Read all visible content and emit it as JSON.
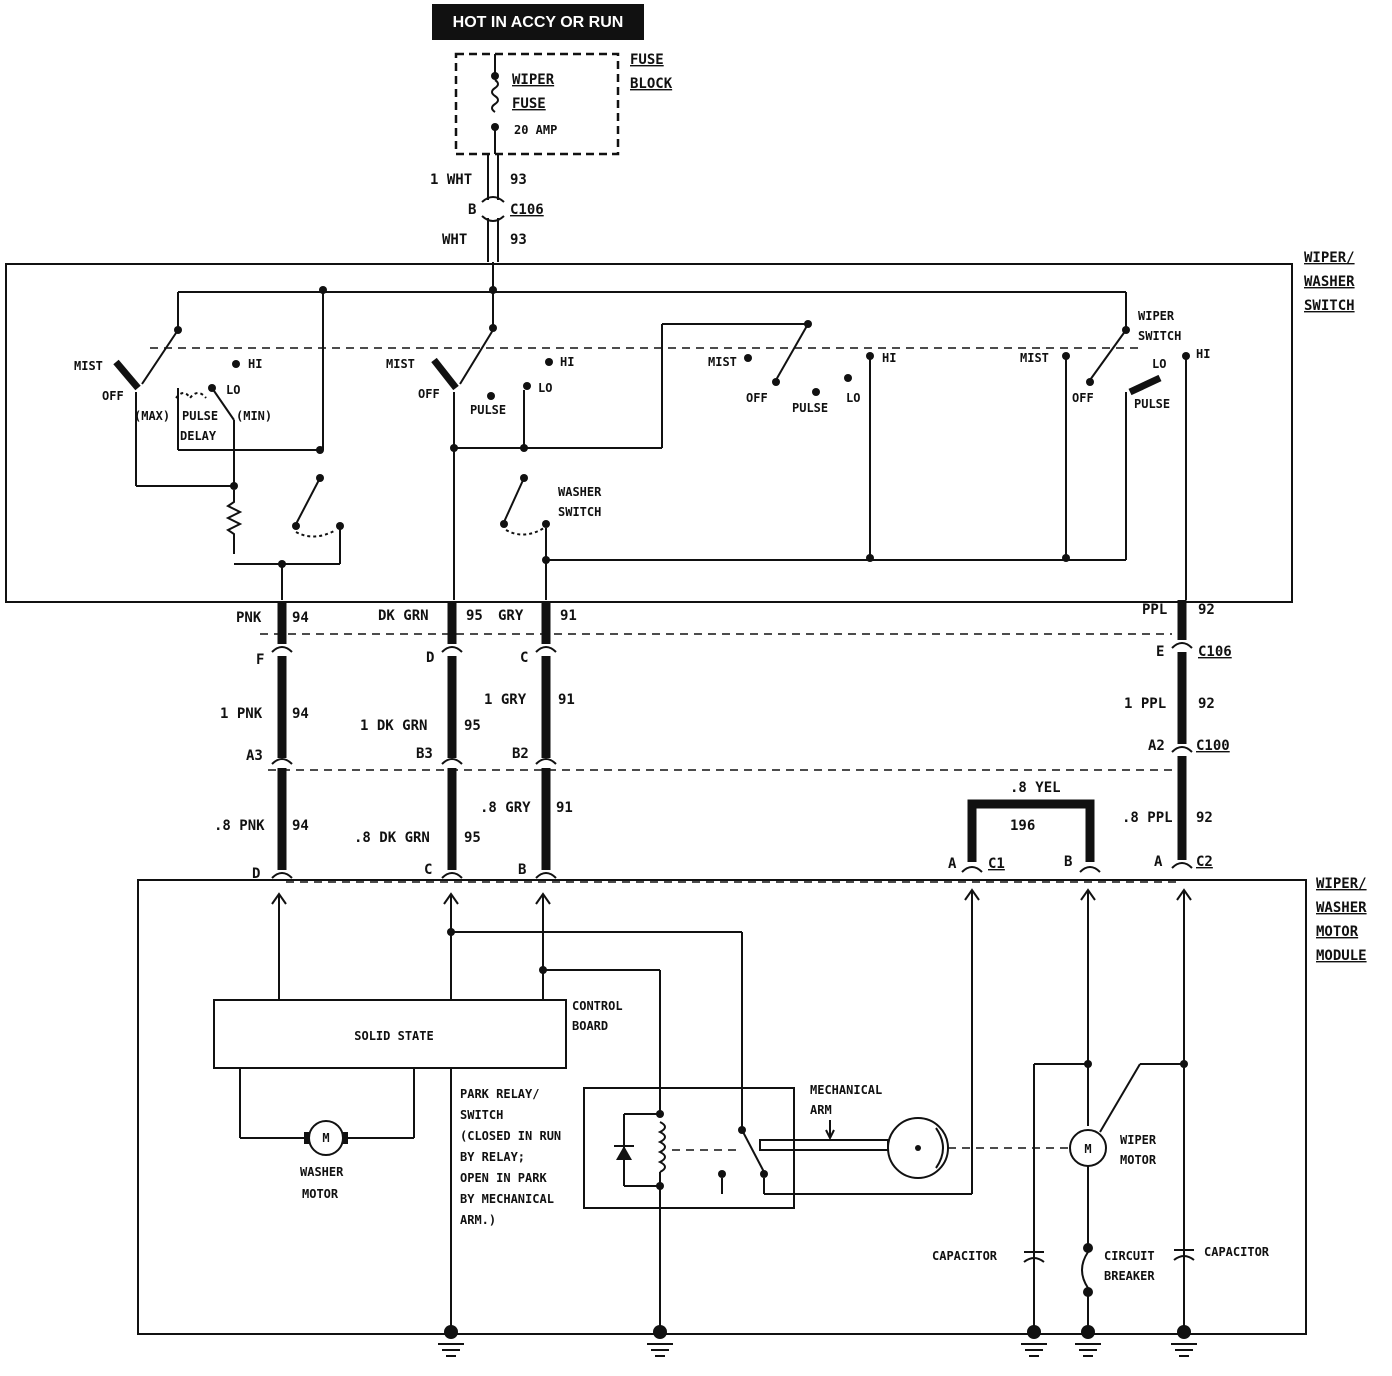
{
  "header": {
    "power_label": "HOT IN ACCY OR RUN"
  },
  "fuse_block": {
    "title_line1": "FUSE",
    "title_line2": "BLOCK",
    "fuse_name_line1": "WIPER",
    "fuse_name_line2": "FUSE",
    "rating": "20 AMP"
  },
  "feed": {
    "wire_upper": "1 WHT",
    "circuit_upper": "93",
    "connector_pin": "B",
    "connector": "C106",
    "wire_lower": "WHT",
    "circuit_lower": "93"
  },
  "switch_module": {
    "title_line1": "WIPER/",
    "title_line2": "WASHER",
    "title_line3": "SWITCH",
    "s1": {
      "mist": "MIST",
      "hi": "HI",
      "off": "OFF",
      "lo": "LO",
      "max": "(MAX)",
      "pulse": "PULSE",
      "min": "(MIN)",
      "delay": "DELAY"
    },
    "s2": {
      "mist": "MIST",
      "hi": "HI",
      "off": "OFF",
      "lo": "LO",
      "pulse": "PULSE"
    },
    "s3": {
      "mist": "MIST",
      "hi": "HI",
      "off": "OFF",
      "pulse": "PULSE",
      "lo": "LO"
    },
    "s4": {
      "mist": "MIST",
      "wiper_switch_line1": "WIPER",
      "wiper_switch_line2": "SWITCH",
      "lo": "LO",
      "hi": "HI",
      "off": "OFF",
      "pulse": "PULSE"
    },
    "washer_switch_line1": "WASHER",
    "washer_switch_line2": "SWITCH"
  },
  "harness": {
    "pnk": {
      "top_wire": "PNK",
      "top_circuit": "94",
      "c106_pin": "F",
      "mid_wire": "1 PNK",
      "mid_circuit": "94",
      "c100_pin": "A3",
      "low_wire": ".8 PNK",
      "low_circuit": "94",
      "module_pin": "D"
    },
    "dkgrn": {
      "top_wire": "DK GRN",
      "top_circuit": "95",
      "c106_pin": "D",
      "mid_wire": "1 DK GRN",
      "mid_circuit": "95",
      "c100_pin": "B3",
      "low_wire": ".8 DK GRN",
      "low_circuit": "95",
      "module_pin": "C"
    },
    "gry": {
      "top_wire": "GRY",
      "top_circuit": "91",
      "c106_pin": "C",
      "mid_wire": "1 GRY",
      "mid_circuit": "91",
      "c100_pin": "B2",
      "low_wire": ".8 GRY",
      "low_circuit": "91",
      "module_pin": "B"
    },
    "ppl": {
      "top_wire": "PPL",
      "top_circuit": "92",
      "c106_pin": "E",
      "c106_label": "C106",
      "mid_wire": "1 PPL",
      "mid_circuit": "92",
      "c100_pin": "A2",
      "c100_label": "C100",
      "low_wire": ".8 PPL",
      "low_circuit": "92",
      "module_pin": "A",
      "connector": "C2"
    },
    "yel": {
      "wire": ".8 YEL",
      "circuit": "196",
      "pin_a": "A",
      "connector": "C1",
      "pin_b": "B"
    }
  },
  "motor_module": {
    "title_line1": "WIPER/",
    "title_line2": "WASHER",
    "title_line3": "MOTOR",
    "title_line4": "MODULE",
    "solid_state": "SOLID STATE",
    "control_board_line1": "CONTROL",
    "control_board_line2": "BOARD",
    "washer_motor_line1": "WASHER",
    "washer_motor_line2": "MOTOR",
    "motor_symbol": "M",
    "park_relay_lines": [
      "PARK RELAY/",
      "SWITCH",
      "(CLOSED IN RUN",
      "BY RELAY;",
      "OPEN IN PARK",
      "BY MECHANICAL",
      "ARM.)"
    ],
    "mechanical_arm_line1": "MECHANICAL",
    "mechanical_arm_line2": "ARM",
    "wiper_motor_line1": "WIPER",
    "wiper_motor_line2": "MOTOR",
    "capacitor_left": "CAPACITOR",
    "capacitor_right": "CAPACITOR",
    "circuit_breaker_line1": "CIRCUIT",
    "circuit_breaker_line2": "BREAKER"
  }
}
